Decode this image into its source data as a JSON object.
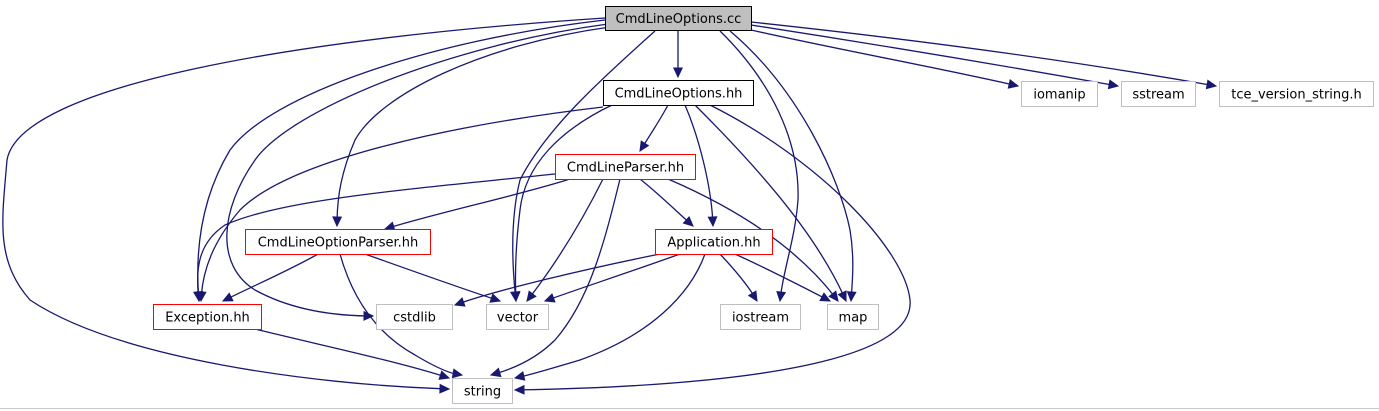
{
  "diagram": {
    "nodes": [
      {
        "id": "root",
        "label": "CmdLineOptions.cc",
        "style": "root"
      },
      {
        "id": "opts_hh",
        "label": "CmdLineOptions.hh",
        "style": "local"
      },
      {
        "id": "iomanip",
        "label": "iomanip",
        "style": "system"
      },
      {
        "id": "sstream",
        "label": "sstream",
        "style": "system"
      },
      {
        "id": "tce_version",
        "label": "tce_version_string.h",
        "style": "system"
      },
      {
        "id": "parser_hh",
        "label": "CmdLineParser.hh",
        "style": "linked"
      },
      {
        "id": "option_parser_hh",
        "label": "CmdLineOptionParser.hh",
        "style": "linked"
      },
      {
        "id": "application_hh",
        "label": "Application.hh",
        "style": "linked"
      },
      {
        "id": "exception_hh",
        "label": "Exception.hh",
        "style": "linked"
      },
      {
        "id": "cstdlib",
        "label": "cstdlib",
        "style": "system"
      },
      {
        "id": "vector",
        "label": "vector",
        "style": "system"
      },
      {
        "id": "iostream",
        "label": "iostream",
        "style": "system"
      },
      {
        "id": "map",
        "label": "map",
        "style": "system"
      },
      {
        "id": "string",
        "label": "string",
        "style": "system"
      }
    ],
    "edges": [
      [
        "root",
        "string"
      ],
      [
        "root",
        "exception_hh"
      ],
      [
        "root",
        "cstdlib"
      ],
      [
        "root",
        "option_parser_hh"
      ],
      [
        "root",
        "vector"
      ],
      [
        "root",
        "opts_hh"
      ],
      [
        "root",
        "iostream"
      ],
      [
        "root",
        "map"
      ],
      [
        "root",
        "iomanip"
      ],
      [
        "root",
        "sstream"
      ],
      [
        "root",
        "tce_version"
      ],
      [
        "opts_hh",
        "exception_hh"
      ],
      [
        "opts_hh",
        "vector"
      ],
      [
        "opts_hh",
        "parser_hh"
      ],
      [
        "opts_hh",
        "application_hh"
      ],
      [
        "opts_hh",
        "map"
      ],
      [
        "opts_hh",
        "string"
      ],
      [
        "parser_hh",
        "exception_hh"
      ],
      [
        "parser_hh",
        "option_parser_hh"
      ],
      [
        "parser_hh",
        "vector"
      ],
      [
        "parser_hh",
        "string"
      ],
      [
        "parser_hh",
        "application_hh"
      ],
      [
        "parser_hh",
        "map"
      ],
      [
        "option_parser_hh",
        "exception_hh"
      ],
      [
        "option_parser_hh",
        "vector"
      ],
      [
        "option_parser_hh",
        "string"
      ],
      [
        "application_hh",
        "cstdlib"
      ],
      [
        "application_hh",
        "vector"
      ],
      [
        "application_hh",
        "string"
      ],
      [
        "application_hh",
        "iostream"
      ],
      [
        "application_hh",
        "map"
      ],
      [
        "exception_hh",
        "string"
      ]
    ],
    "colors": {
      "edge": "#191970",
      "root_fill": "#bfbfbf",
      "root_border": "#000000",
      "local_border": "#000000",
      "linked_border": "#ff0000",
      "system_border": "#bfbfbf",
      "node_fill": "#ffffff",
      "text": "#000000"
    }
  }
}
